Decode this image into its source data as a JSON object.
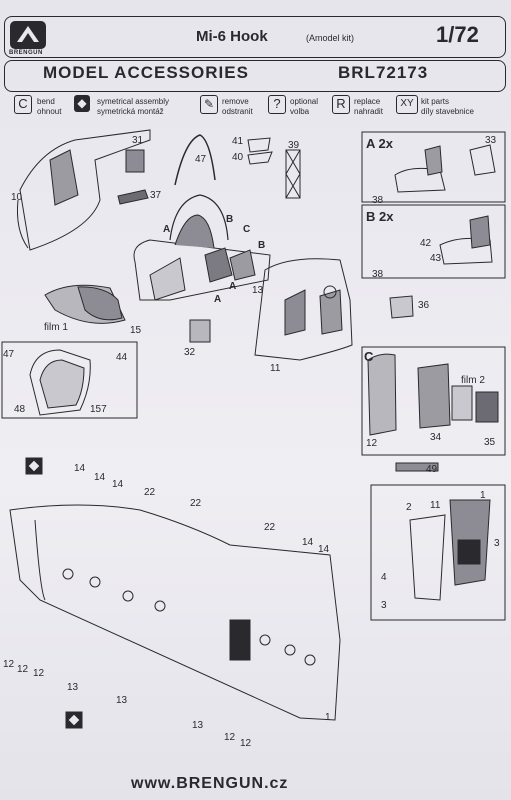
{
  "header": {
    "brand": "BRENGUN",
    "title": "Mi-6 Hook",
    "subtitle": "(Amodel kit)",
    "scale": "1/72",
    "heading": "MODEL ACCESSORIES",
    "code": "BRL72173"
  },
  "legend": [
    {
      "icon": "bend-icon",
      "glyph": "C",
      "line1": "bend",
      "line2": "ohnout"
    },
    {
      "icon": "symmetrical-assembly-icon",
      "glyph": "◆",
      "line1": "symetrical assembly",
      "line2": "symetrická montáž"
    },
    {
      "icon": "remove-icon",
      "glyph": "✎",
      "line1": "remove",
      "line2": "odstranit"
    },
    {
      "icon": "optional-icon",
      "glyph": "?",
      "line1": "optional",
      "line2": "volba"
    },
    {
      "icon": "replace-icon",
      "glyph": "R",
      "line1": "replace",
      "line2": "nahradit"
    },
    {
      "icon": "kit-parts-icon",
      "glyph": "XY",
      "line1": "kit parts",
      "line2": "díly stavebnice"
    }
  ],
  "labels": {
    "p31": "31",
    "p37": "37",
    "p47a": "47",
    "p41": "41",
    "p40": "40",
    "p39": "39",
    "p10": "10",
    "p13": "13",
    "p11": "11",
    "p15": "15",
    "film1": "film 1",
    "p32": "32",
    "p36": "36",
    "p47b": "47",
    "p44": "44",
    "p48": "48",
    "p157": "157",
    "A": "A",
    "B": "B",
    "C": "C",
    "secA": "A 2x",
    "p33": "33",
    "p38a": "38",
    "secB": "B 2x",
    "p42": "42",
    "p43": "43",
    "p38b": "38",
    "secC": "C",
    "film2": "film 2",
    "p12": "12",
    "p34": "34",
    "p35": "35",
    "p49": "49",
    "p14": "14",
    "p22": "22",
    "p1": "1",
    "p2": "2",
    "p3": "3",
    "p4": "4",
    "p12b": "12",
    "p13b": "13"
  },
  "footer": "www.BRENGUN.cz"
}
